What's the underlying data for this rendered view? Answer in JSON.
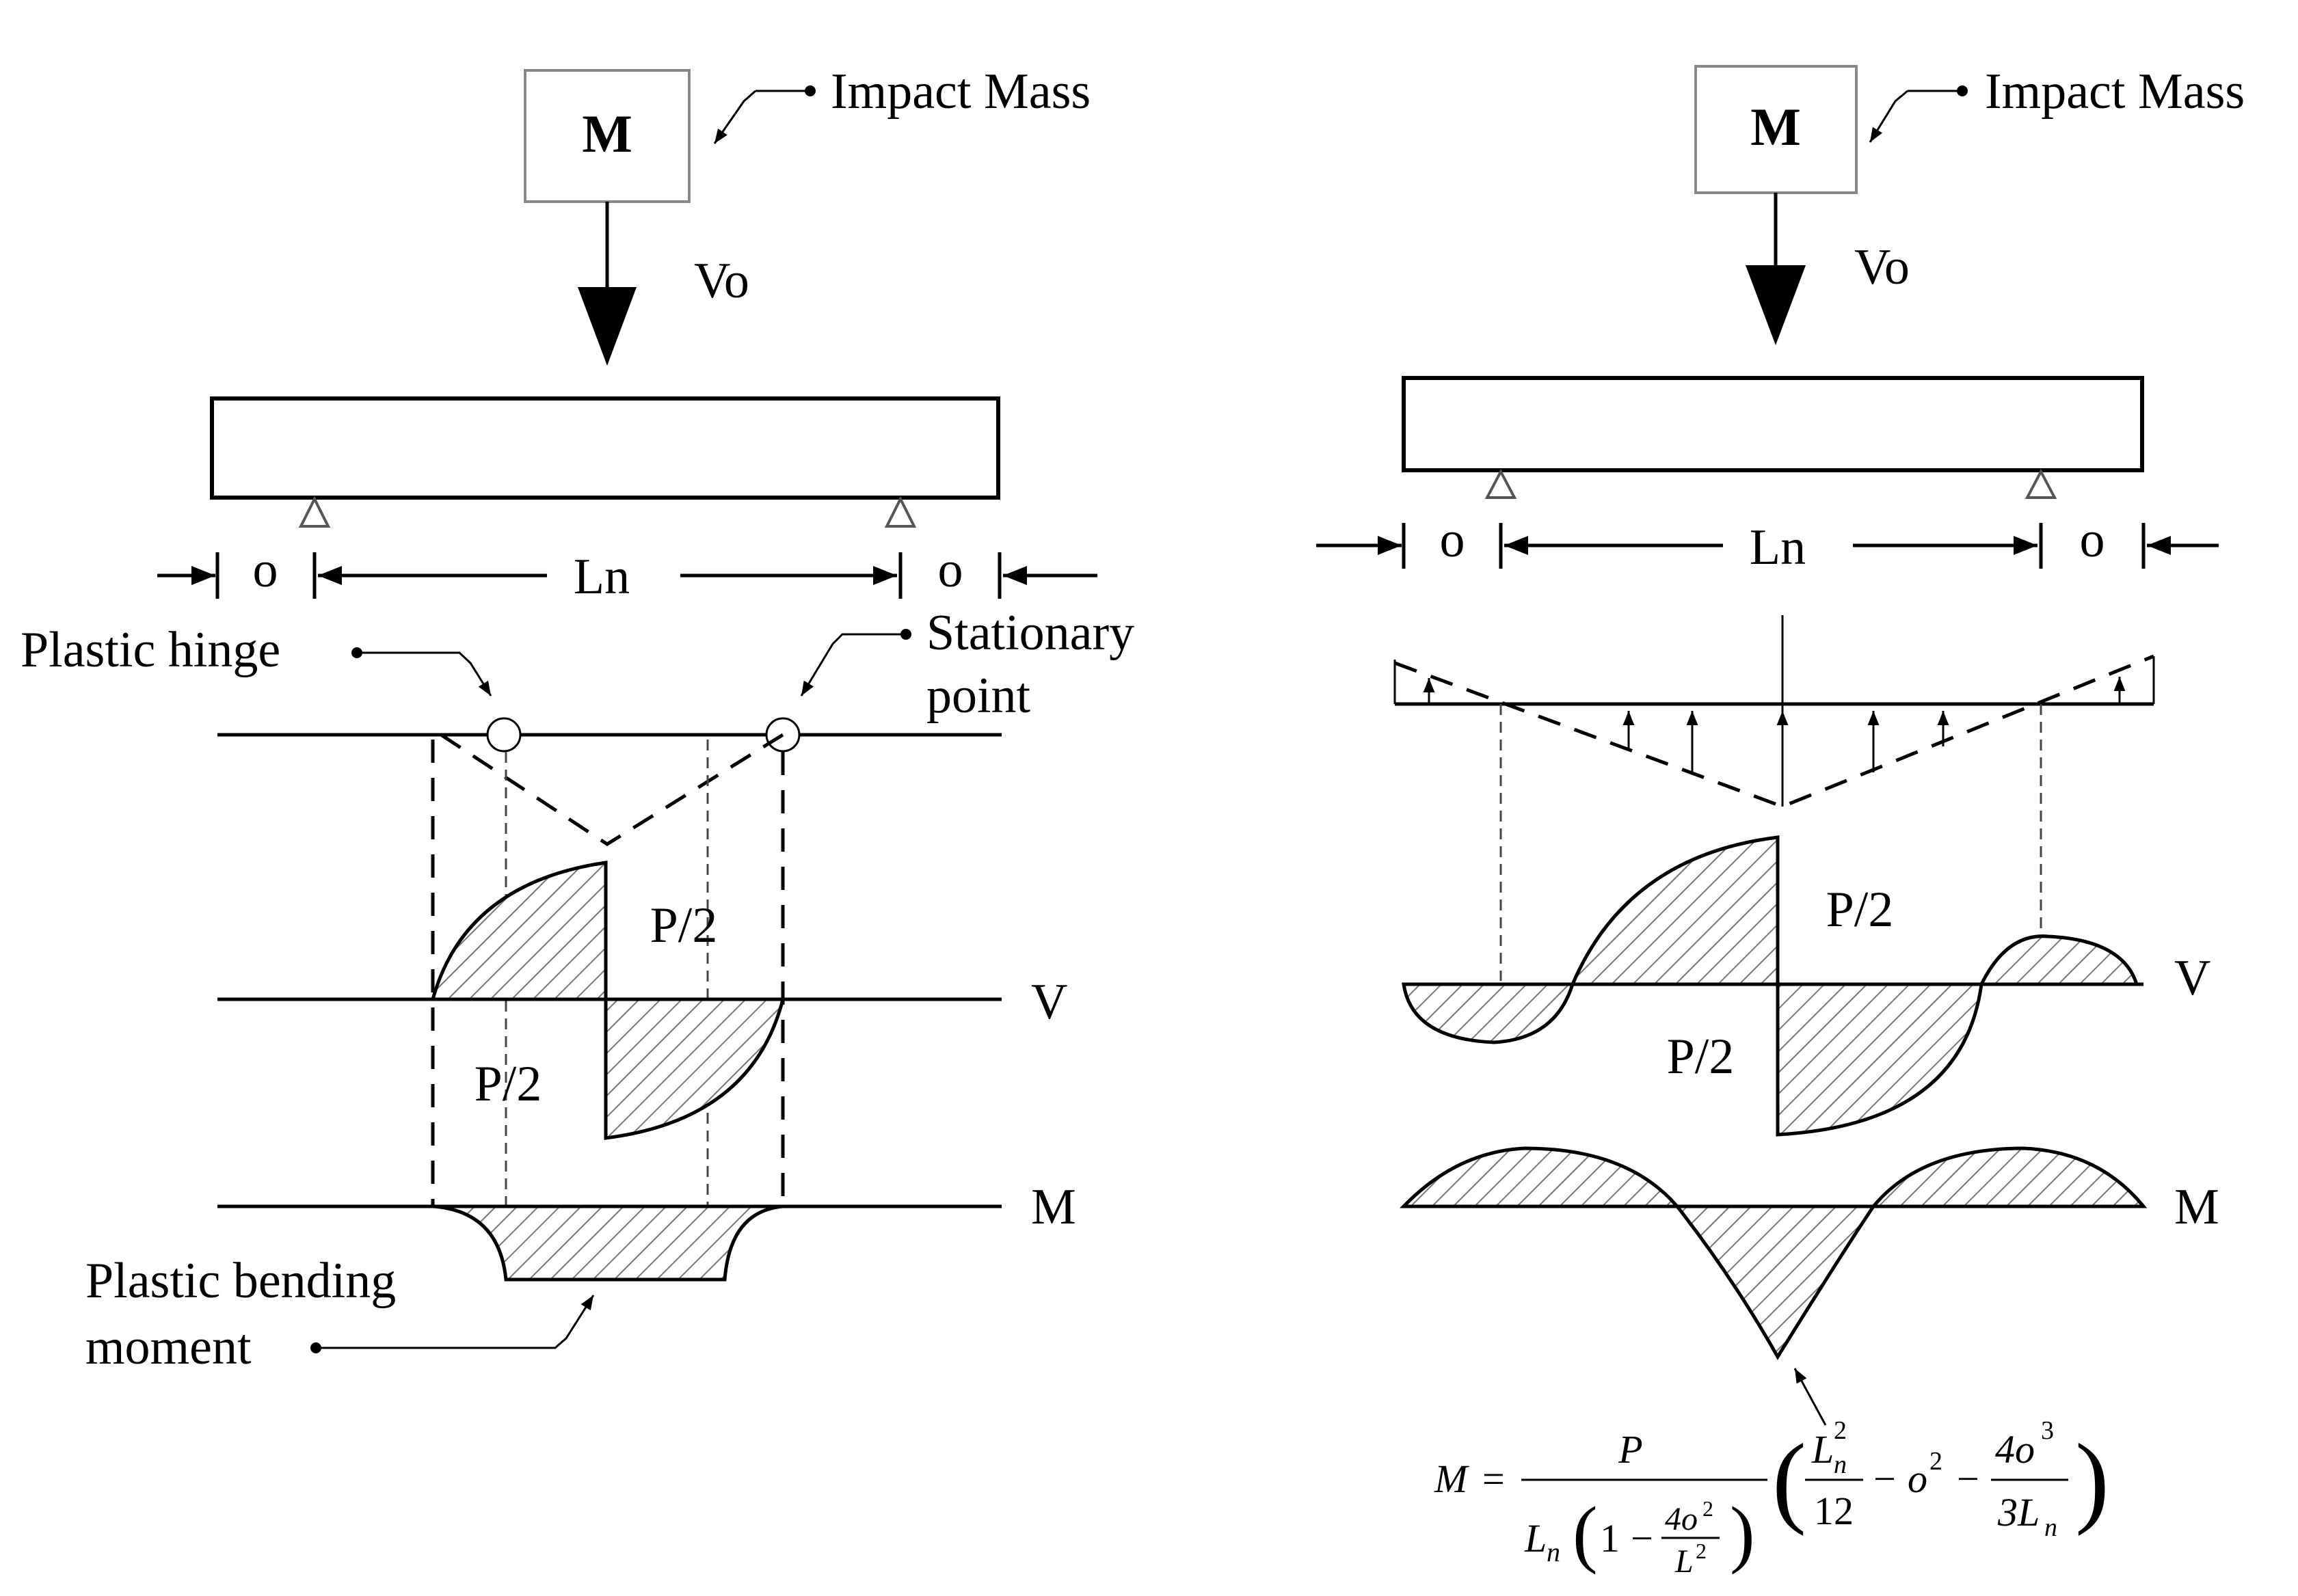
{
  "left": {
    "mass_label": "M",
    "impact_mass": "Impact Mass",
    "velocity": "Vo",
    "overhang_left": "o",
    "span": "Ln",
    "overhang_right": "o",
    "plastic_hinge": "Plastic hinge",
    "stationary_line1": "Stationary",
    "stationary_line2": "point",
    "shear_upper": "P/2",
    "shear_lower": "P/2",
    "shear_axis": "V",
    "moment_axis": "M",
    "pbm_line1": "Plastic bending",
    "pbm_line2": "moment"
  },
  "right": {
    "mass_label": "M",
    "impact_mass": "Impact Mass",
    "velocity": "Vo",
    "overhang_left": "o",
    "span": "Ln",
    "overhang_right": "o",
    "shear_upper": "P/2",
    "shear_lower": "P/2",
    "shear_axis": "V",
    "moment_axis": "M",
    "equation": {
      "lhs": "M",
      "eq": "=",
      "num_P": "P",
      "den_Ln": "L",
      "den_n": "n",
      "one": "1",
      "minus": "−",
      "four_o2": "4o",
      "sq": "2",
      "L2": "L",
      "term1_L": "L",
      "term1_n": "n",
      "term1_sq": "2",
      "twelve": "12",
      "o2": "o",
      "o2_sq": "2",
      "four_o3": "4o",
      "cube": "3",
      "three_Ln": "3L",
      "three_n": "n"
    }
  }
}
